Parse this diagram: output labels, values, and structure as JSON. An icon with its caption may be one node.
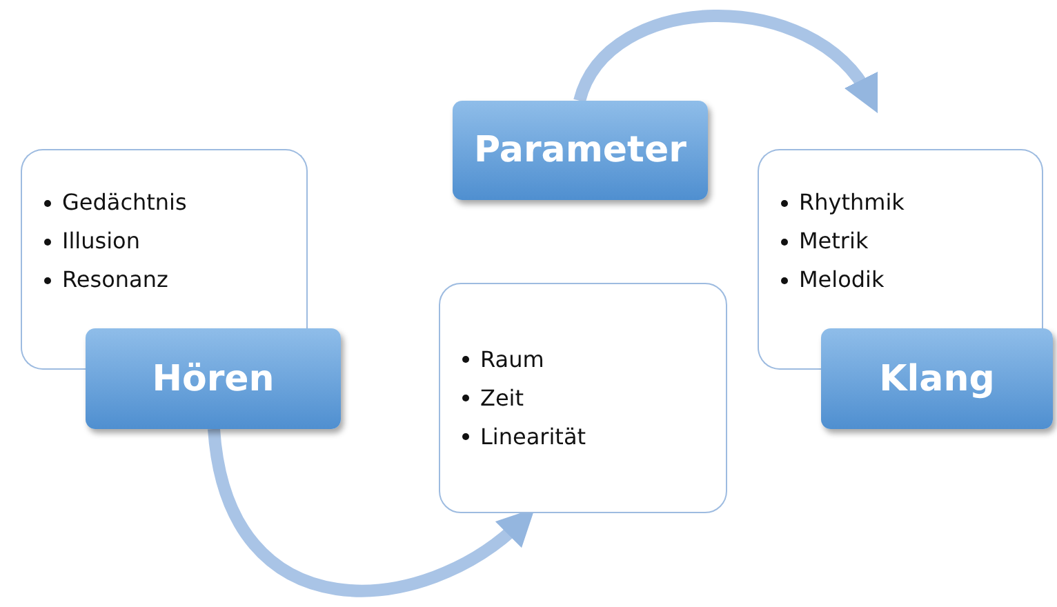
{
  "diagram": {
    "nodes": [
      {
        "text": [
          "Gedächtnis",
          "Illusion",
          "Resonanz"
        ]
      },
      {
        "text": [
          "Hören"
        ]
      },
      {
        "text": [
          "Parameter"
        ]
      },
      {
        "text": [
          "Raum",
          "Zeit",
          "Linearität"
        ]
      },
      {
        "text": [
          "Rhythmik",
          "Metrik",
          "Melodik"
        ]
      },
      {
        "text": [
          "Klang"
        ]
      }
    ],
    "edges": [
      {
        "from": 2,
        "to": 4,
        "arrow": "to"
      },
      {
        "from": 1,
        "to": 3,
        "arrow": "to"
      }
    ]
  }
}
